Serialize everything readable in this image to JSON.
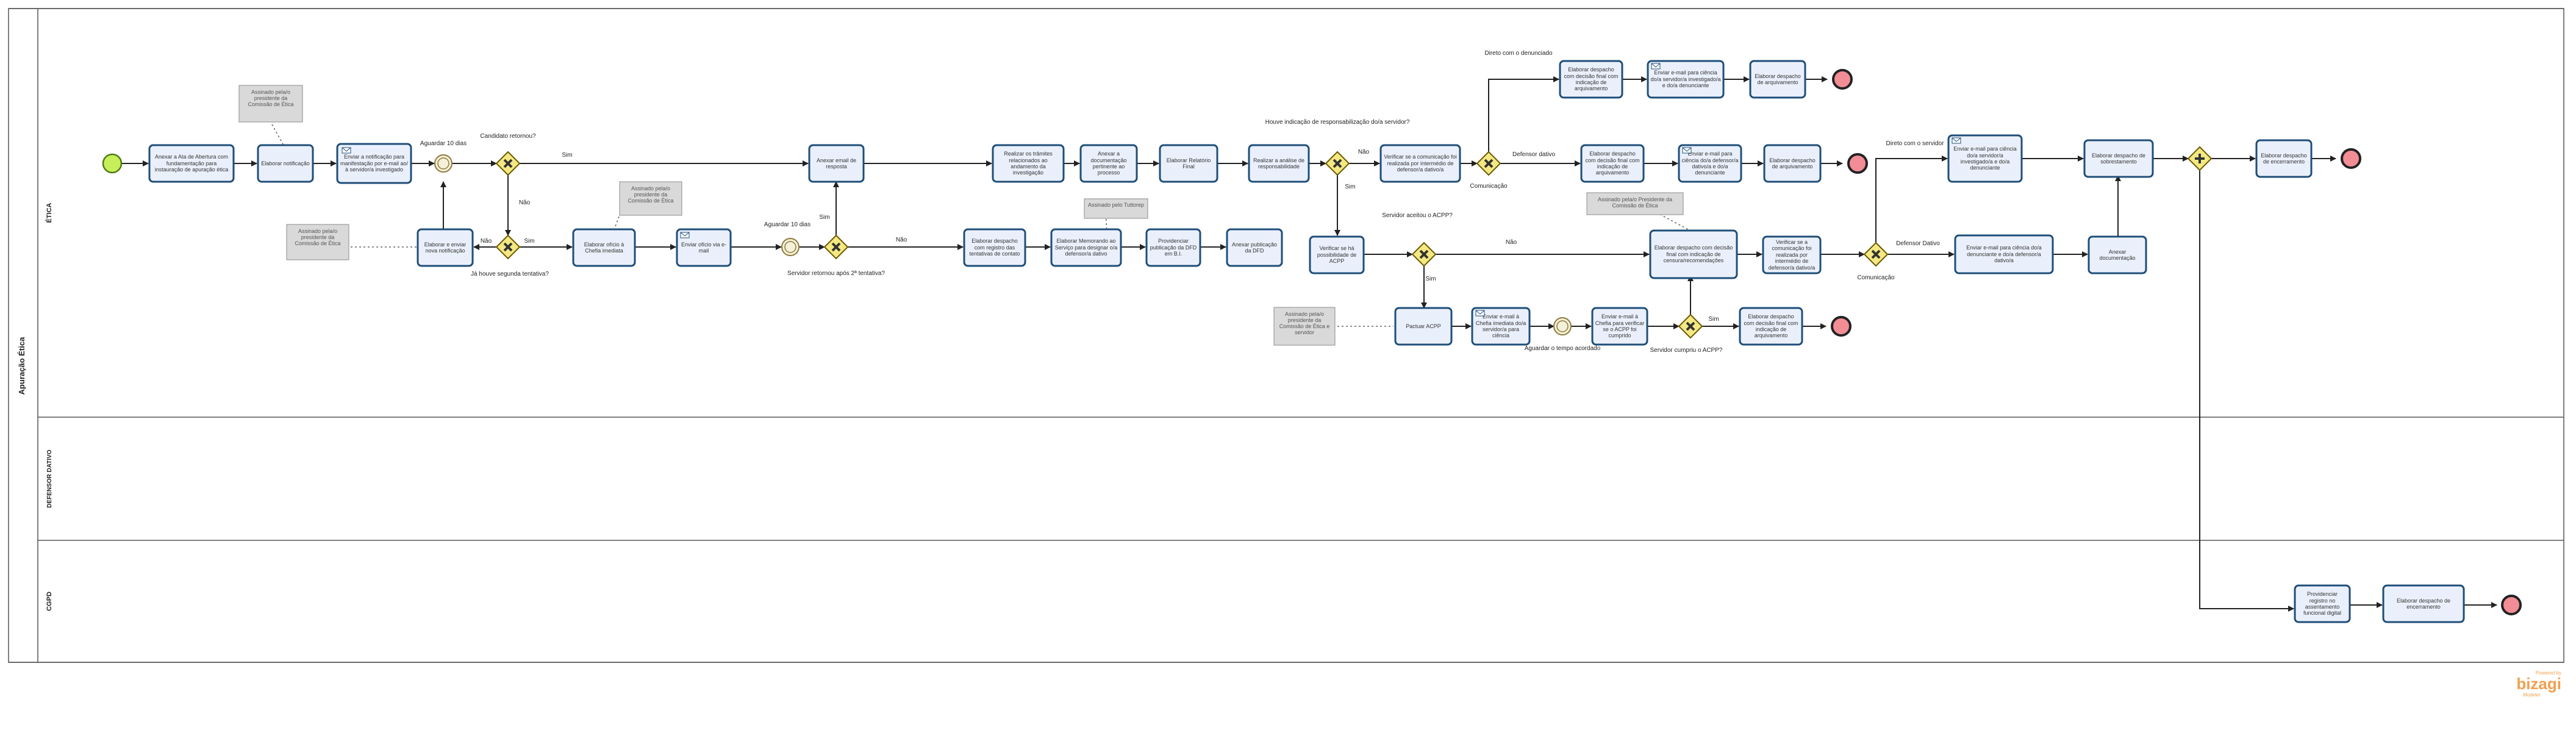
{
  "pool": {
    "label": "Apuração Ética"
  },
  "lanes": [
    {
      "id": "etica",
      "label": "ÉTICA"
    },
    {
      "id": "defensor",
      "label": "DEFENSOR DATIVO"
    },
    {
      "id": "cgpd",
      "label": "CGPD"
    }
  ],
  "tasks": {
    "t1": "Anexar a Ata de Abertura com fundamentação para instauração de apuração ética",
    "t2": "Elaborar notificação",
    "t3": "Enviar a notificação para manifestação por e-mail ao/à servidor/a investigado",
    "t4": "Elaborar e enviar nova notificação",
    "t5": "Elaborar ofício à Chefia imediata",
    "t6": "Enviar ofício via e-mail",
    "t7": "Anexar email de resposta",
    "t8": "Elaborar despacho com registro das tentativas de contato",
    "t9": "Elaborar Memorando ao Serviço para designar o/a defensor/a dativo",
    "t10": "Providenciar publicação da DFD em B.I.",
    "t11": "Anexar publicação da DFD",
    "t12": "Realizar os trâmites relacionados ao andamento da investigação",
    "t13": "Anexar a documentação pertinente ao processo",
    "t14": "Elaborar Relatório Final",
    "t15": "Realizar a análise de responsabilidade",
    "t16": "Verificar se a comunicação foi realizada por intermédio de defensor/a dativo/a",
    "t17": "Elaborar despacho com decisão final com indicação de arquivamento",
    "t18": "Enviar e-mail para ciência do/a servidor/a investigado/a e do/a denunciante",
    "t19": "Elaborar despacho de arquivamento",
    "t20": "Elaborar despacho com decisão final com indicação de arquivamento",
    "t21": "Enviar e-mail para ciência do/a defensor/a dativo/a e do/a denunciante",
    "t22": "Elaborar despacho de arquivamento",
    "t23": "Verificar se há possibilidade de ACPP",
    "t24": "Elaborar despacho com decisão final com indicação de censura/recomendações",
    "t25": "Verificar se a comunicação foi realizada por intermédio de defensor/a dativo/a",
    "t26": "Enviar e-mail para ciência do/a servidor/a investigado/a e do/a denunciante",
    "t27": "Elaborar despacho de sobrestamento",
    "t28": "Elaborar despacho de encerramento",
    "t29": "Enviar e-mail para ciência do/a denunciante e do/a defensor/a dativo/a",
    "t30": "Anexar documentação",
    "t31": "Pactuar ACPP",
    "t32": "Enviar e-mail à Chefia imediata do/a servidor/a para ciência",
    "t33": "Enviar e-mail à Chefia para verificar se o ACPP foi cumprido",
    "t34": "Elaborar despacho com decisão final com indicação de arquivamento",
    "t35": "Providenciar registro no assentamento funcional digital",
    "t36": "Elaborar despacho de encerramento"
  },
  "annotations": {
    "a1": "Assinado pela/o presidente da Comissão de Ética",
    "a2": "Assinado pela/o presidente da Comissão de Ética",
    "a3": "Assinado pela/o presidente da Comissão de Ética",
    "a4": "Assinado pelo Tuttorep",
    "a5": "Assinado pela/o Presidente da Comissão de Ética",
    "a6": "Assinado pela/o presidente da Comissão de Ética e servidor"
  },
  "flow_labels": {
    "aguardar10a": "Aguardar 10 dias",
    "candidato": "Candidato retornou?",
    "sim1": "Sim",
    "nao1": "Não",
    "jahouve": "Já houve segunda tentativa?",
    "nao2": "Não",
    "sim2": "Sim",
    "aguardar10b": "Aguardar 10 dias",
    "servidor_retornou": "Servidor retornou após 2ª tentativa?",
    "sim3": "Sim",
    "nao3": "Não",
    "houve_indicacao": "Houve indicação de responsabilização do/a servidor?",
    "nao4": "Não",
    "sim4": "Sim",
    "comunicacao1": "Comunicação",
    "direto_denunciado": "Direto com o denunciado",
    "defensor_dativo1": "Defensor dativo",
    "servidor_aceitou": "Servidor aceitou o ACPP?",
    "nao5": "Não",
    "sim5": "Sim",
    "aguardar_tempo": "Aguardar o tempo acordado",
    "servidor_cumpriu": "Servidor cumpriu o ACPP?",
    "sim6": "Sim",
    "comunicacao2": "Comunicação",
    "direto_servidor": "Direto com o servidor",
    "defensor_dativo2": "Defensor Dativo"
  },
  "brand": {
    "powered": "Powered by",
    "name": "bizagi",
    "sub": "Modeler"
  },
  "colors": {
    "task_fill": "#eaf0fb",
    "task_stroke": "#1f4e79",
    "gateway": "#f4e882",
    "start": "#c6ef5a",
    "end": "#f28c95",
    "annotation": "#d9d9d9",
    "brand": "#f0a050"
  }
}
